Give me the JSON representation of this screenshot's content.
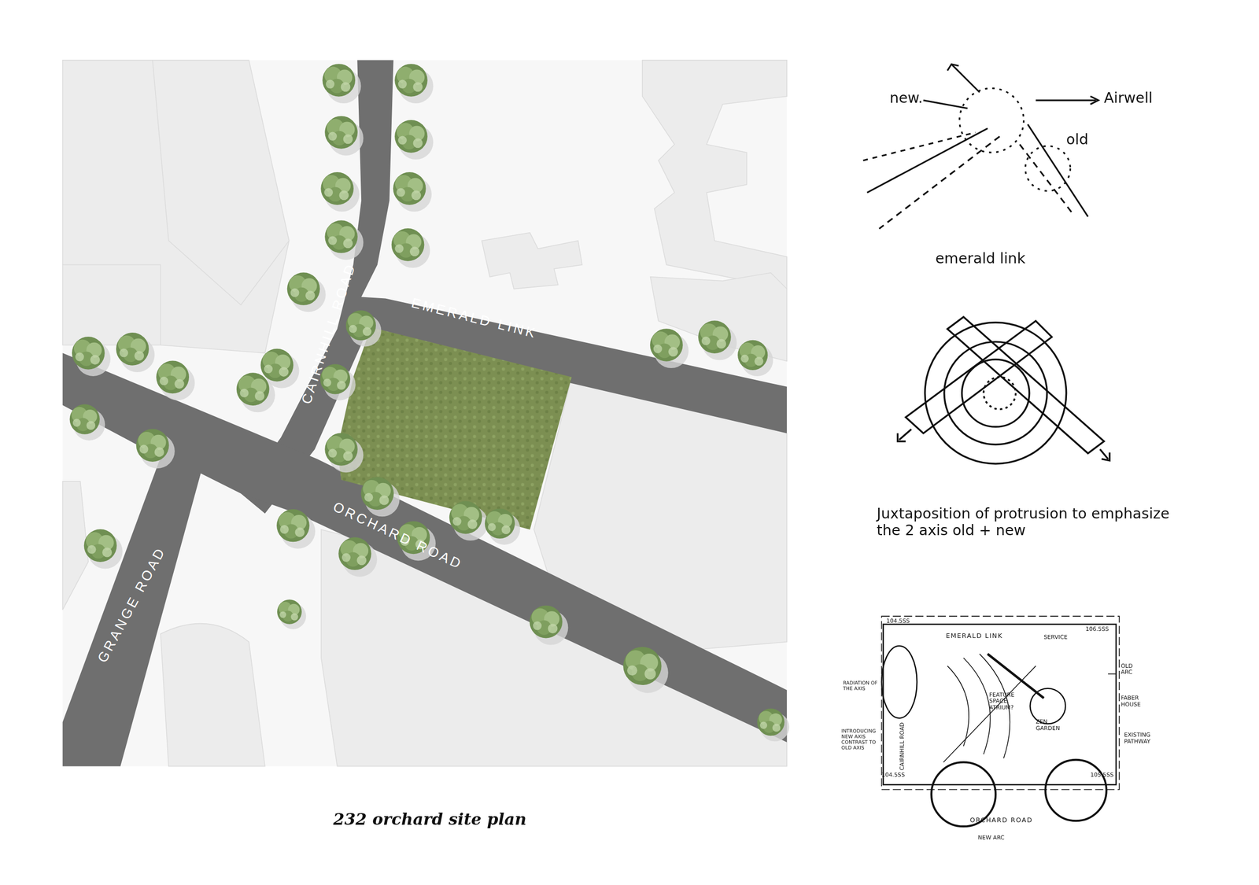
{
  "diagram": {
    "caption": "232 orchard site plan",
    "labels": [
      "EMERALD LINK",
      "CAIRNHILL ROAD",
      "ORCHARD ROAD",
      "GRANGE ROAD",
      "new.",
      "Airwell",
      "old",
      "emerald link",
      "Juxtaposition of protrusion to emphasize the 2 axis old + new",
      "EMERALD LINK",
      "SERVICE",
      "104.5SS",
      "106.5SS",
      "104.5SS",
      "105.5SS",
      "OLD ARC",
      "FABER HOUSE",
      "EXISTING PATHWAY",
      "RADIATION OF THE AXIS",
      "INTRODUCING NEW AXIS CONTRAST TO OLD AXIS",
      "FEATURE SPACE, ATRIUM?",
      "ZEN GARDEN",
      "CAIRNHILL ROAD",
      "ORCHARD ROAD",
      "NEW ARC"
    ]
  }
}
